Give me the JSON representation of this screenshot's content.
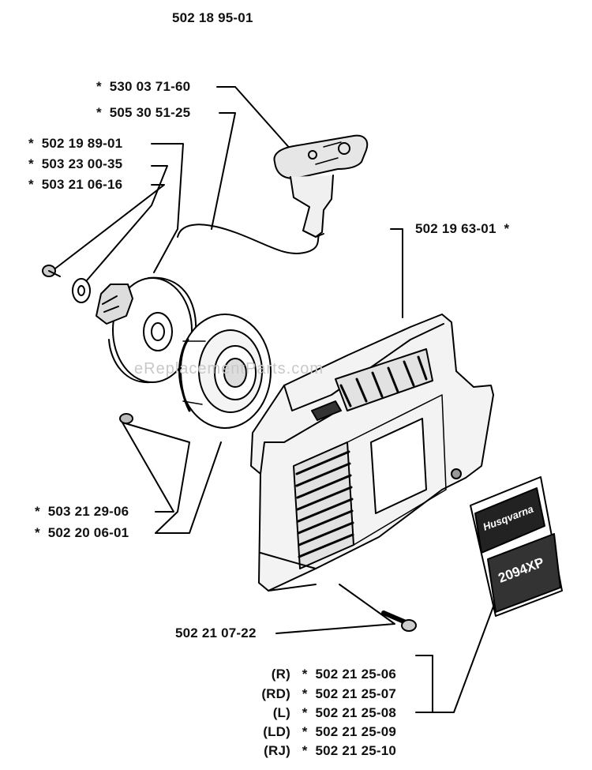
{
  "assembly_number": "502 18 95-01",
  "watermark": "eReplacementParts.com",
  "parts": {
    "handle_1": "530 03 71-60",
    "handle_2": "505 30 51-25",
    "pulley_1": "502 19 89-01",
    "pulley_2": "503 23 00-35",
    "pulley_3": "503 21 06-16",
    "cover": "502 19 63-01",
    "spring_1": "503 21 29-06",
    "spring_2": "502 20 06-01",
    "screw": "502 21 07-22",
    "decals": [
      {
        "variant": "(R)",
        "number": "502 21 25-06"
      },
      {
        "variant": "(RD)",
        "number": "502 21 25-07"
      },
      {
        "variant": "(L)",
        "number": "502 21 25-08"
      },
      {
        "variant": "(LD)",
        "number": "502 21 25-09"
      },
      {
        "variant": "(RJ)",
        "number": "502 21 25-10"
      }
    ]
  },
  "asterisk": "*",
  "decal_text": {
    "brand": "Husqvarna",
    "model": "2094XP"
  }
}
